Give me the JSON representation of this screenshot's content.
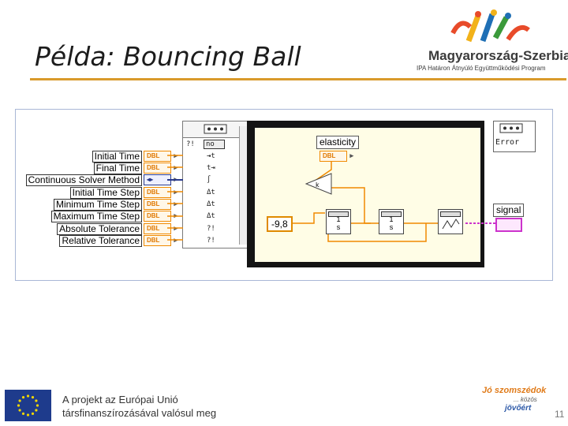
{
  "header": {
    "title": "Példa: Bouncing Ball",
    "logo_main": "Magyarország-Szerbia",
    "logo_sub": "IPA Határon Átnyúló Együttműködési Program"
  },
  "diagram": {
    "inputs": [
      {
        "label": "Initial Time",
        "type": "DBL"
      },
      {
        "label": "Final Time",
        "type": "DBL"
      },
      {
        "label": "Continuous Solver Method",
        "type": "enum"
      },
      {
        "label": "Initial Time Step",
        "type": "DBL"
      },
      {
        "label": "Minimum Time Step",
        "type": "DBL"
      },
      {
        "label": "Maximum Time Step",
        "type": "DBL"
      },
      {
        "label": "Absolute Tolerance",
        "type": "DBL"
      },
      {
        "label": "Relative Tolerance",
        "type": "DBL"
      }
    ],
    "cluster_top_value": "no",
    "cluster_top_mark": "?!",
    "elasticity_label": "elasticity",
    "elasticity_type": "DBL",
    "gain_label": "k",
    "constant": "-9,8",
    "integrator1": {
      "num": "1",
      "den": "s"
    },
    "integrator2": {
      "num": "1",
      "den": "s"
    },
    "error_label": "Error",
    "signal_label": "signal"
  },
  "footer": {
    "eu_line1": "A projekt az Európai Unió",
    "eu_line2": "társfinanszírozásával valósul meg",
    "slogan1": "Jó szomszédok",
    "slogan2": "... közös",
    "slogan3": "jövőért",
    "page_number": "11"
  },
  "colors": {
    "accent_rule": "#d99a2b",
    "dbl_orange": "#f08a00",
    "loop_fill": "#fffde6",
    "eu_blue": "#1e3b8c"
  }
}
